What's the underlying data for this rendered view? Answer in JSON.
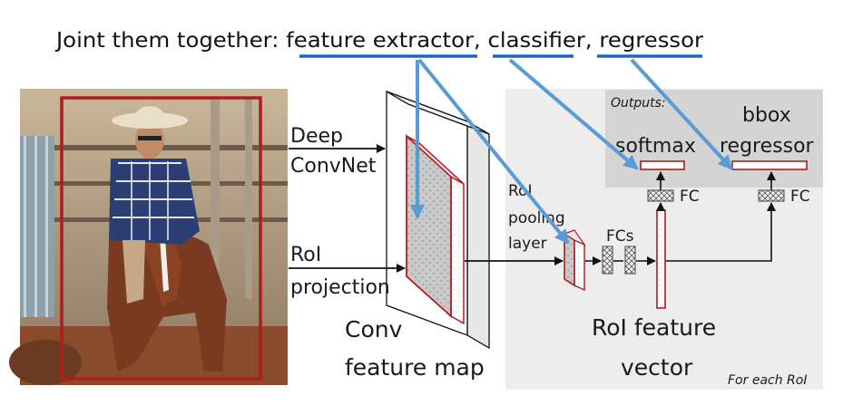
{
  "title": {
    "prefix": "Joint them together: ",
    "feature_extractor": "feature extractor",
    "sep1": ", ",
    "classifier": "classifier",
    "sep2": ", ",
    "regressor": "regressor"
  },
  "labels": {
    "deep": "Deep",
    "convnet": "ConvNet",
    "roi": "RoI",
    "projection": "projection",
    "conv": "Conv",
    "feature_map": "feature map",
    "roi_pool_1": "RoI",
    "roi_pool_2": "pooling",
    "roi_pool_3": "layer",
    "fcs": "FCs",
    "fc_left": "FC",
    "fc_right": "FC",
    "outputs": "Outputs:",
    "softmax": "softmax",
    "bbox": "bbox",
    "regressor": "regressor",
    "roi_feature": "RoI feature",
    "vector": "vector",
    "for_each_roi": "For each RoI"
  },
  "image": {
    "description_icon": "cowboy-on-horse-photo"
  },
  "colors": {
    "underline_blue": "#1f63c6",
    "arrow_blue": "#5b9bd5",
    "red_box": "#b01c1c",
    "gray_panel": "#ededed",
    "outputs_panel": "#d4d4d4"
  }
}
